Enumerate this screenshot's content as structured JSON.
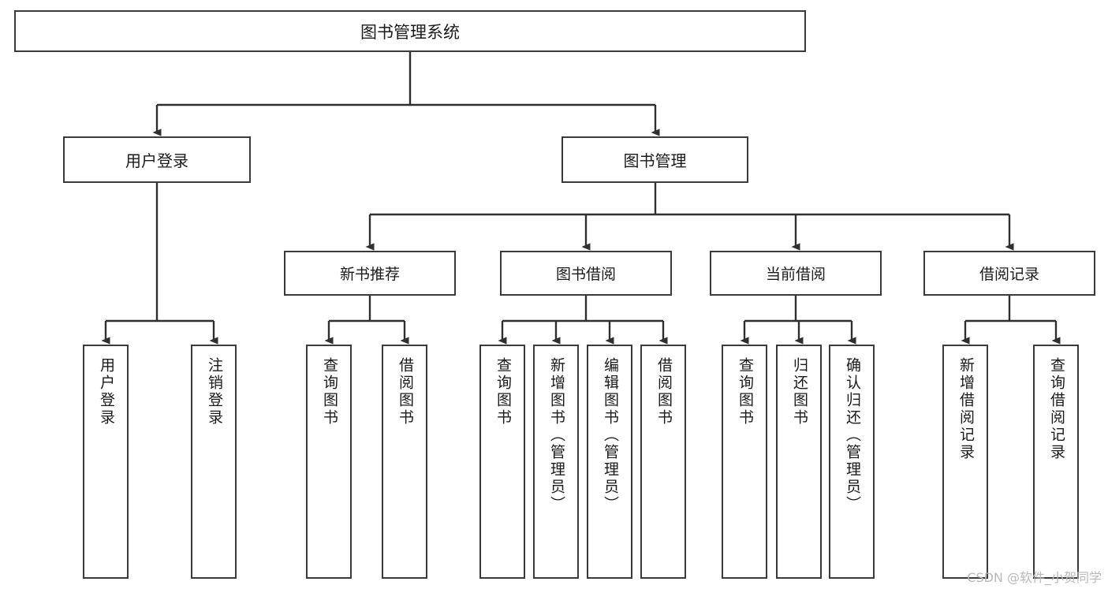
{
  "diagram": {
    "type": "tree-hierarchy",
    "title": "图书管理系统",
    "root": {
      "label": "图书管理系统"
    },
    "level2": [
      {
        "id": "user-login",
        "label": "用户登录"
      },
      {
        "id": "book-management",
        "label": "图书管理"
      }
    ],
    "level3": [
      {
        "id": "new-book-recommend",
        "label": "新书推荐"
      },
      {
        "id": "book-borrow",
        "label": "图书借阅"
      },
      {
        "id": "current-borrow",
        "label": "当前借阅"
      },
      {
        "id": "borrow-record",
        "label": "借阅记录"
      }
    ],
    "leaves": [
      {
        "id": "leaf-user-login",
        "label": "用户登录",
        "parent": "user-login"
      },
      {
        "id": "leaf-logout-login",
        "label": "注销登录",
        "parent": "user-login"
      },
      {
        "id": "leaf-query-book-1",
        "label": "查询图书",
        "parent": "new-book-recommend"
      },
      {
        "id": "leaf-borrow-book-1",
        "label": "借阅图书",
        "parent": "new-book-recommend"
      },
      {
        "id": "leaf-query-book-2",
        "label": "查询图书",
        "parent": "book-borrow"
      },
      {
        "id": "leaf-add-book",
        "label": "新增图书（管理员）",
        "parent": "book-borrow"
      },
      {
        "id": "leaf-edit-book",
        "label": "编辑图书（管理员）",
        "parent": "book-borrow"
      },
      {
        "id": "leaf-borrow-book-2",
        "label": "借阅图书",
        "parent": "book-borrow"
      },
      {
        "id": "leaf-query-book-3",
        "label": "查询图书",
        "parent": "current-borrow"
      },
      {
        "id": "leaf-return-book",
        "label": "归还图书",
        "parent": "current-borrow"
      },
      {
        "id": "leaf-confirm-return",
        "label": "确认归还（管理员）",
        "parent": "current-borrow"
      },
      {
        "id": "leaf-add-record",
        "label": "新增借阅记录",
        "parent": "borrow-record"
      },
      {
        "id": "leaf-query-record",
        "label": "查询借阅记录",
        "parent": "borrow-record"
      }
    ]
  },
  "watermark": {
    "text": "CSDN @软件_小贺同学"
  },
  "colors": {
    "box_border": "#3a3a3a",
    "connector": "#2f2f2f",
    "background": "#ffffff",
    "text": "#1a1a1a",
    "watermark": "#b9b9b9"
  }
}
